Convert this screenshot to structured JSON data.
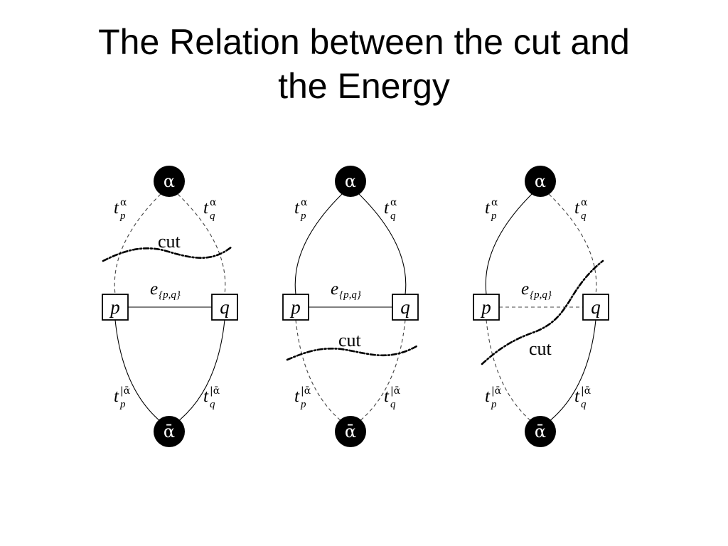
{
  "title": {
    "line1": "The Relation between the cut and",
    "line2": "the Energy"
  },
  "labels": {
    "source": "α",
    "sink": "ᾱ",
    "pixel_p": "p",
    "pixel_q": "q",
    "t": "t",
    "sub_p": "p",
    "sub_q": "q",
    "sup_source": "α",
    "sup_sink": "|ᾱ",
    "edge_main": "e",
    "edge_sub": "{p,q}",
    "cut": "cut"
  },
  "panels": [
    {
      "id": "panel-1",
      "source_p_edge": "dashed",
      "source_q_edge": "dashed",
      "pq_edge": "solid",
      "sink_p_edge": "solid",
      "sink_q_edge": "solid"
    },
    {
      "id": "panel-2",
      "source_p_edge": "solid",
      "source_q_edge": "solid",
      "pq_edge": "solid",
      "sink_p_edge": "dashed",
      "sink_q_edge": "dashed"
    },
    {
      "id": "panel-3",
      "source_p_edge": "solid",
      "source_q_edge": "dashed",
      "pq_edge": "dashed",
      "sink_p_edge": "dashed",
      "sink_q_edge": "solid"
    }
  ]
}
